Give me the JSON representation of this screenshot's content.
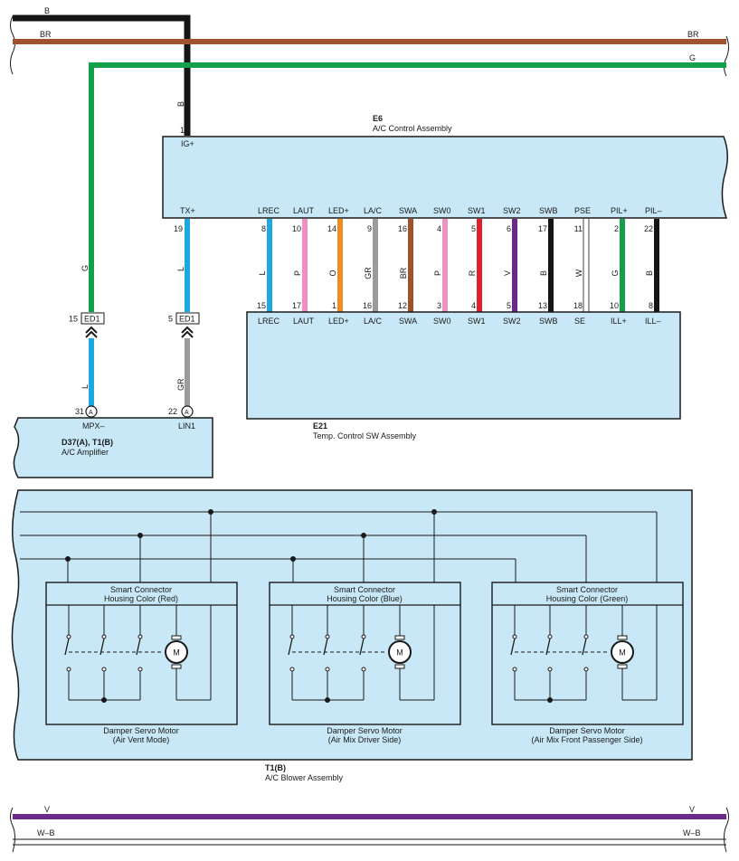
{
  "top_bus": {
    "b_label": "B",
    "br_label_left": "BR",
    "br_label_right": "BR",
    "g_label_right": "G",
    "b_vertical_label": "B"
  },
  "e6": {
    "code": "E6",
    "name": "A/C Control Assembly",
    "igplus_pin": "1",
    "igplus_label": "IG+",
    "tx_label": "TX+",
    "tx_pin": "19",
    "pins": [
      {
        "label": "LREC",
        "pin": "8",
        "wire": "L",
        "color": "#1ea8e0"
      },
      {
        "label": "LAUT",
        "pin": "10",
        "wire": "P",
        "color": "#ef8fc4"
      },
      {
        "label": "LED+",
        "pin": "14",
        "wire": "O",
        "color": "#f08c1e"
      },
      {
        "label": "LA/C",
        "pin": "9",
        "wire": "GR",
        "color": "#9b9b9b"
      },
      {
        "label": "SWA",
        "pin": "16",
        "wire": "BR",
        "color": "#a0522d"
      },
      {
        "label": "SW0",
        "pin": "4",
        "wire": "P",
        "color": "#ef8fc4"
      },
      {
        "label": "SW1",
        "pin": "5",
        "wire": "R",
        "color": "#e0202a"
      },
      {
        "label": "SW2",
        "pin": "6",
        "wire": "V",
        "color": "#6a2a8a"
      },
      {
        "label": "SWB",
        "pin": "17",
        "wire": "B",
        "color": "#151515"
      },
      {
        "label": "PSE",
        "pin": "11",
        "wire": "W",
        "color": "#ffffff"
      },
      {
        "label": "PIL+",
        "pin": "2",
        "wire": "G",
        "color": "#12a04a"
      },
      {
        "label": "PIL–",
        "pin": "22",
        "wire": "B",
        "color": "#151515"
      }
    ]
  },
  "e21": {
    "code": "E21",
    "name": "Temp.  Control SW Assembly",
    "pins": [
      {
        "label": "LREC",
        "pin": "15"
      },
      {
        "label": "LAUT",
        "pin": "17"
      },
      {
        "label": "LED+",
        "pin": "1"
      },
      {
        "label": "LA/C",
        "pin": "16"
      },
      {
        "label": "SWA",
        "pin": "12"
      },
      {
        "label": "SW0",
        "pin": "3"
      },
      {
        "label": "SW1",
        "pin": "4"
      },
      {
        "label": "SW2",
        "pin": "5"
      },
      {
        "label": "SWB",
        "pin": "13"
      },
      {
        "label": "SE",
        "pin": "18"
      },
      {
        "label": "ILL+",
        "pin": "10"
      },
      {
        "label": "ILL–",
        "pin": "8"
      }
    ]
  },
  "ed1_left": {
    "pin": "15",
    "name": "ED1",
    "wire_upper": "G",
    "wire_lower": "L"
  },
  "ed1_right": {
    "pin": "5",
    "name": "ED1",
    "wire_upper": "L",
    "wire_lower": "GR"
  },
  "amplifier": {
    "code": "D37(A), T1(B)",
    "name": "A/C Amplifier",
    "mpx_pin": "31",
    "mpx_label": "MPX–",
    "lin_pin": "22",
    "lin_label": "LIN1",
    "connector_letter": "A"
  },
  "t1": {
    "code": "T1(B)",
    "name": "A/C Blower Assembly"
  },
  "motors": [
    {
      "connector_line1": "Smart Connector",
      "connector_line2": "Housing Color (Red)",
      "name_line1": "Damper Servo Motor",
      "name_line2": "(Air Vent Mode)",
      "m": "M"
    },
    {
      "connector_line1": "Smart Connector",
      "connector_line2": "Housing Color (Blue)",
      "name_line1": "Damper Servo Motor",
      "name_line2": "(Air Mix Driver Side)",
      "m": "M"
    },
    {
      "connector_line1": "Smart Connector",
      "connector_line2": "Housing Color (Green)",
      "name_line1": "Damper Servo Motor",
      "name_line2": "(Air Mix Front Passenger Side)",
      "m": "M"
    }
  ],
  "bottom_bus": {
    "v_left": "V",
    "v_right": "V",
    "wb_left": "W–B",
    "wb_right": "W–B"
  },
  "colors": {
    "box_fill": "#c9e8f7",
    "brown": "#a0522d",
    "black": "#151515",
    "green": "#12a04a",
    "blue": "#1ea8e0",
    "gray": "#9b9b9b",
    "violet": "#6a2a8a"
  }
}
